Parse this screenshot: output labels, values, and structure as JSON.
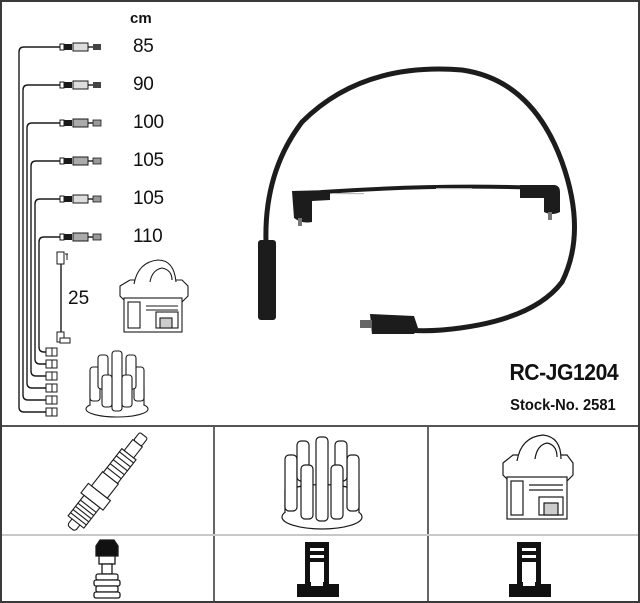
{
  "product": {
    "part_number": "RC-JG1204",
    "stock_label": "Stock-No. 2581"
  },
  "lengths": {
    "unit": "cm",
    "leads": [
      "85",
      "90",
      "100",
      "105",
      "105",
      "110"
    ],
    "coil_lead": "25"
  },
  "illustrations": {
    "main_photo": "ignition-cable-set-photo",
    "mini_coil": "ignition-coil-icon",
    "mini_distributor": "distributor-cap-icon"
  },
  "application_grid": {
    "row1": [
      "spark-plug-icon",
      "distributor-cap-icon",
      "ignition-coil-icon"
    ],
    "row2": [
      "spark-plug-terminal-icon",
      "tower-connector-icon",
      "tower-connector-icon"
    ]
  },
  "colors": {
    "line": "#1a1a1a",
    "border": "#3a3a3a",
    "grid_light": "#c8c8c8",
    "cable": "#1c1c1c"
  }
}
